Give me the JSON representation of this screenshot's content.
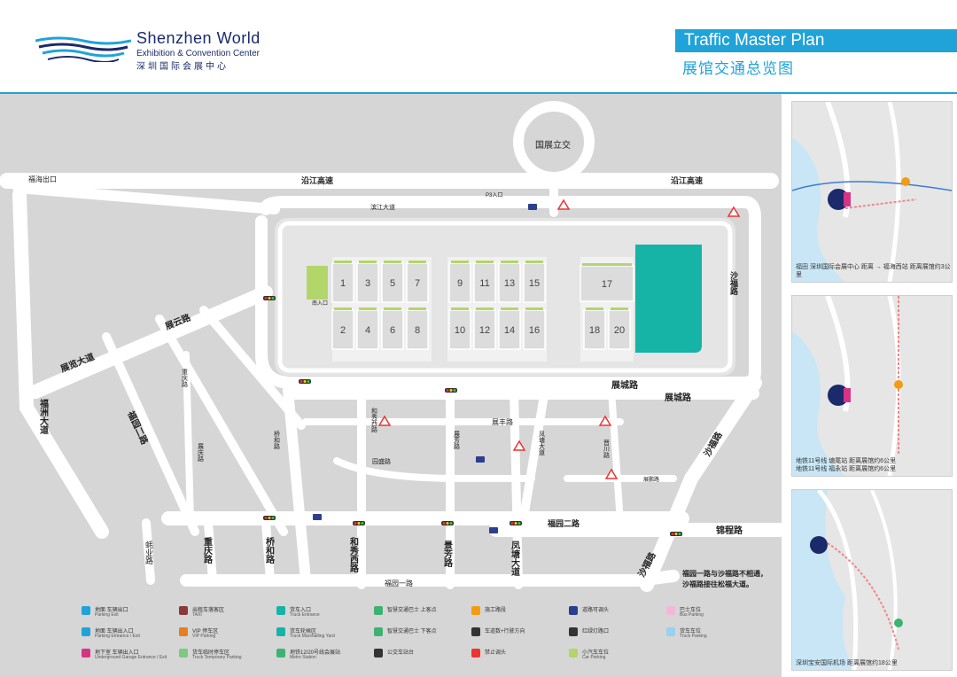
{
  "header": {
    "logo_title": "Shenzhen World",
    "logo_subtitle": "Exhibition & Convention Center",
    "logo_cn": "深圳国际会展中心",
    "plan_title_en": "Traffic Master Plan",
    "plan_title_cn": "展馆交通总览图"
  },
  "roads": {
    "guozhan_interchange": "国展立交",
    "fuhai_exit": "福海出口",
    "yanjiang_west": "沿江高速",
    "yanjiang_east": "沿江高速",
    "binjiang": "滨江大道",
    "p3_entry": "P3入口",
    "zhanyun": "展云路",
    "zhanlan": "展览大道",
    "fuzhou": "福洲大道",
    "fuyuan2_left": "福园二路",
    "chongqing_small": "重庆路",
    "zhanqing": "展庆路",
    "zhancheng_a": "展城路",
    "zhancheng_b": "展城路",
    "hexiu_small": "和秀西路",
    "zhanfeng": "展丰路",
    "zhanfang": "展芳路",
    "fengtang_small": "凤塘大道",
    "jinchuan": "晋川路",
    "shaofu_east": "沙福路",
    "shaofu_mid": "沙福路",
    "shaofu_lower": "沙福路",
    "zhanpeng": "展鹏路",
    "qiaohe_small": "桥和路",
    "yuansheng": "园盛路",
    "fuyuan2_main": "福园二路",
    "jincheng": "锦程路",
    "heyixi": "和秀西路",
    "jingfang": "景芳路",
    "fengtang": "凤塘大道",
    "qiaohe": "桥和路",
    "chongqing": "重庆路",
    "zhenye": "蚝业路",
    "fuyuan1": "福园一路",
    "note_line1": "福园一路与沙福路不相通，",
    "note_line2": "沙福路接往松福大道。",
    "south_entry": "南入口"
  },
  "halls": {
    "north_row": [
      "1",
      "3",
      "5",
      "7",
      "9",
      "11",
      "13",
      "15",
      "17"
    ],
    "south_row": [
      "2",
      "4",
      "6",
      "8",
      "10",
      "12",
      "14",
      "16",
      "18",
      "20"
    ]
  },
  "legend": [
    {
      "cn": "地面 车辆出口",
      "en": "Parking Exit"
    },
    {
      "cn": "地面 车辆出入口",
      "en": "Parking Entrance / Exit"
    },
    {
      "cn": "地下室 车辆出入口",
      "en": "Underground Garage Entrance / Exit"
    },
    {
      "cn": "出租车落客区",
      "en": "TAXI"
    },
    {
      "cn": "VIP 停车区",
      "en": "VIP Parking"
    },
    {
      "cn": "货车临时停车区",
      "en": "Truck Temporary Parking"
    },
    {
      "cn": "货车入口",
      "en": "Truck Entrance"
    },
    {
      "cn": "货车轮候区",
      "en": "Truck Marshalling Yard"
    },
    {
      "cn": "地铁12/20号线会展站",
      "en": "Metro Station"
    },
    {
      "cn": "智慧交通巴士 上客点",
      "en": ""
    },
    {
      "cn": "智慧交通巴士 下客点",
      "en": ""
    },
    {
      "cn": "公交车站台",
      "en": ""
    },
    {
      "cn": "施工路段",
      "en": ""
    },
    {
      "cn": "车道数+行驶方向",
      "en": ""
    },
    {
      "cn": "禁止调头",
      "en": ""
    },
    {
      "cn": "道路可调头",
      "en": ""
    },
    {
      "cn": "红绿灯路口",
      "en": ""
    },
    {
      "cn": "小汽车车位",
      "en": "Car Parking"
    },
    {
      "cn": "巴士车位",
      "en": "Bus Parking"
    },
    {
      "cn": "货车车位",
      "en": "Truck Parking"
    }
  ],
  "side_maps": [
    {
      "caption": "福田 深圳国际会展中心 距离 → 福海西站 距离展馆约3公里"
    },
    {
      "caption1": "地铁11号线 塘尾站 距离展馆约6公里",
      "caption2": "地铁11号线 福永站 距离展馆约6公里"
    },
    {
      "caption": "深圳宝安国际机场 距离展馆约18公里"
    }
  ],
  "colors": {
    "accent": "#1fa3d9",
    "road": "#ffffff",
    "ground": "#d6d6d6",
    "hall": "#dcdcdc",
    "hall17": "#16b3a7",
    "dark_blue": "#1b2a6b"
  }
}
